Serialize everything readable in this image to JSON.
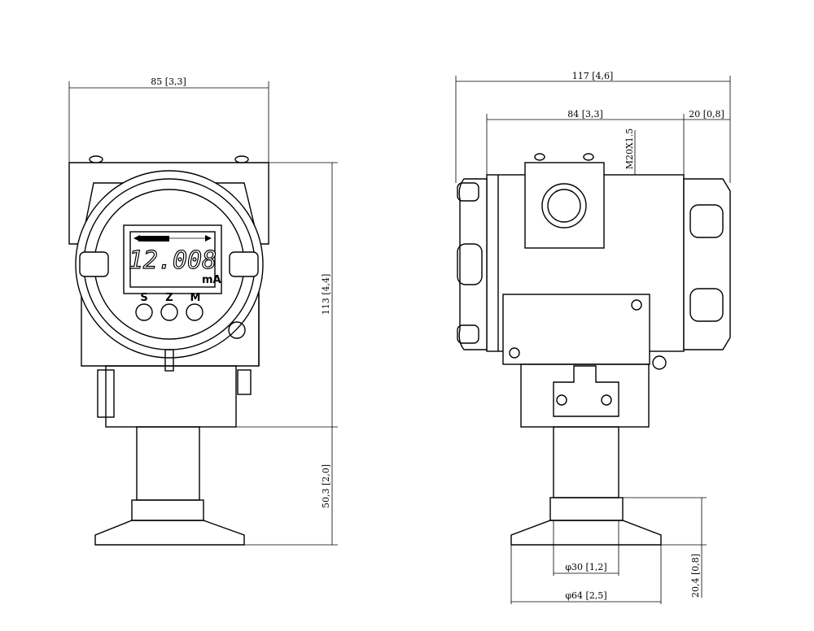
{
  "drawing": {
    "front_view": {
      "width_dim": "85 [3,3]",
      "height_dim": "113 [4,4]",
      "lower_height_dim": "50,3 [2,0]",
      "display": {
        "reading": "12.008",
        "unit": "mA"
      },
      "buttons": [
        "S",
        "Z",
        "M"
      ]
    },
    "side_view": {
      "total_width_dim": "117 [4,6]",
      "body_width_dim": "84 [3,3]",
      "cover_dim": "20 [0,8]",
      "thread_dim": "M20X1.5",
      "inner_diameter_dim": "φ30 [1,2]",
      "outer_diameter_dim": "φ64 [2,5]",
      "flange_height_dim": "20,4 [0,8]"
    }
  }
}
